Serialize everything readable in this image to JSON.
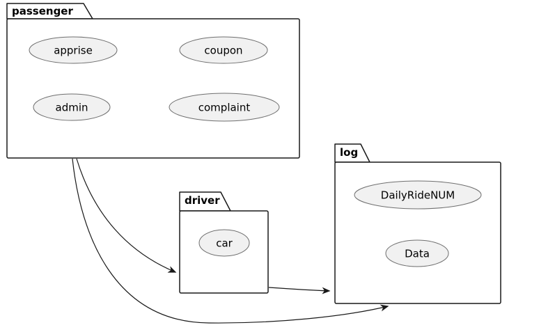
{
  "diagram": {
    "type": "uml-package-usecase-diagram",
    "packages": [
      {
        "label": "passenger",
        "usecases": [
          {
            "label": "apprise"
          },
          {
            "label": "coupon"
          },
          {
            "label": "admin"
          },
          {
            "label": "complaint"
          }
        ]
      },
      {
        "label": "driver",
        "usecases": [
          {
            "label": "car"
          }
        ]
      },
      {
        "label": "log",
        "usecases": [
          {
            "label": "DailyRideNUM"
          },
          {
            "label": "Data"
          }
        ]
      }
    ],
    "arrows": [
      {
        "from": "passenger",
        "to": "driver"
      },
      {
        "from": "passenger",
        "to": "log"
      },
      {
        "from": "driver",
        "to": "log"
      }
    ],
    "colors": {
      "background": "#ffffff",
      "package_fill": "#ffffff",
      "package_border": "#181818",
      "usecase_fill": "#f1f1f1",
      "usecase_border": "#6e6e6e",
      "arrow": "#181818",
      "text": "#000000"
    }
  }
}
